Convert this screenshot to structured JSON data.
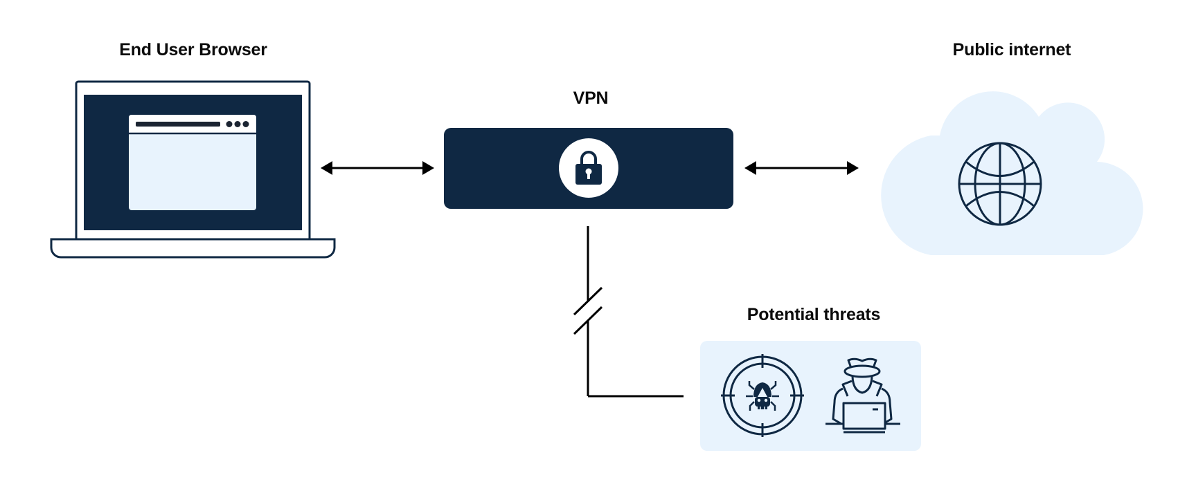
{
  "diagram": {
    "labels": {
      "end_user": "End User Browser",
      "vpn": "VPN",
      "internet": "Public internet",
      "threats": "Potential threats"
    },
    "nodes": [
      {
        "id": "end_user",
        "icon": "laptop-browser-icon"
      },
      {
        "id": "vpn",
        "icon": "lock-icon"
      },
      {
        "id": "internet",
        "icon": "globe-icon",
        "container": "cloud"
      },
      {
        "id": "threats",
        "icons": [
          "bug-target-icon",
          "hacker-icon"
        ]
      }
    ],
    "edges": [
      {
        "from": "end_user",
        "to": "vpn",
        "style": "bidirectional-arrow"
      },
      {
        "from": "vpn",
        "to": "internet",
        "style": "bidirectional-arrow"
      },
      {
        "from": "vpn",
        "to": "threats",
        "style": "blocked-line"
      }
    ],
    "colors": {
      "navy": "#0f2843",
      "light_blue": "#e8f3fd",
      "line": "#000000",
      "white": "#ffffff"
    }
  }
}
